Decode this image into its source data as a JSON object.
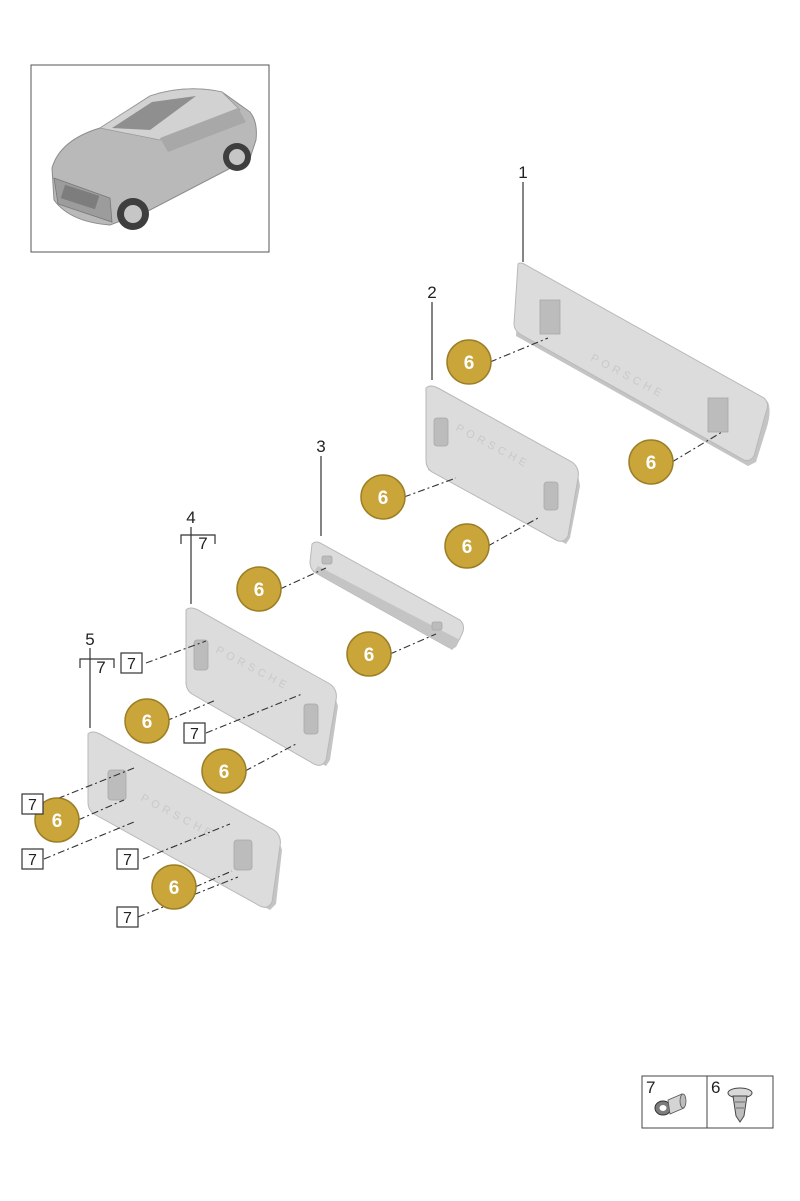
{
  "parts": {
    "p1": "1",
    "p2": "2",
    "p3": "3",
    "p4": "4",
    "p5": "5",
    "sub4": "7",
    "sub5": "7"
  },
  "callouts": {
    "clip": "6",
    "screw": "7"
  },
  "legend": {
    "left_num": "7",
    "right_num": "6"
  },
  "logo_text": "PORSCHE",
  "colors": {
    "badge_fill": "#c9a53a",
    "badge_stroke": "#9c7e25",
    "plate": "#dcdcdc"
  },
  "icons": [
    "car-thumbnail",
    "screw-grommet-icon",
    "push-clip-icon"
  ]
}
